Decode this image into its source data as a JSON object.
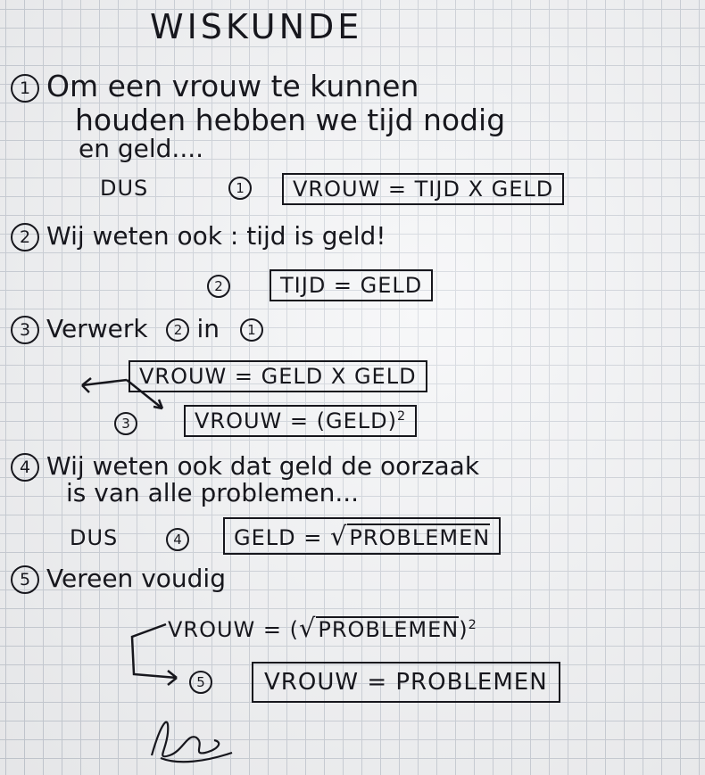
{
  "title": "WISKUNDE",
  "step1": {
    "number": "1",
    "lines": [
      "Om een vrouw te kunnen",
      "houden hebben we tijd nodig",
      "en geld...."
    ],
    "dus": "DUS",
    "eq_number": "1",
    "equation": "VROUW = TIJD X GELD"
  },
  "step2": {
    "number": "2",
    "line": "Wij weten ook : tijd is geld!",
    "eq_number": "2",
    "equation": "TIJD = GELD"
  },
  "step3": {
    "number": "3",
    "text_a": "Verwerk",
    "ref_a": "2",
    "text_in": "in",
    "ref_b": "1",
    "equation_a": "VROUW = GELD X GELD",
    "eq_number": "3",
    "equation_b_main": "VROUW = (GELD)",
    "equation_b_exp": "2"
  },
  "step4": {
    "number": "4",
    "lines": [
      "Wij weten ook dat geld de oorzaak",
      "is van alle problemen..."
    ],
    "dus": "DUS",
    "eq_number": "4",
    "eq_left": "GELD =",
    "eq_root": "PROBLEMEN"
  },
  "step5": {
    "number": "5",
    "line": "Vereen voudig",
    "eq_left": "VROUW =",
    "eq_root": "PROBLEMEN",
    "eq_exp": "2",
    "eq_number": "5",
    "equation": "VROUW = PROBLEMEN"
  }
}
